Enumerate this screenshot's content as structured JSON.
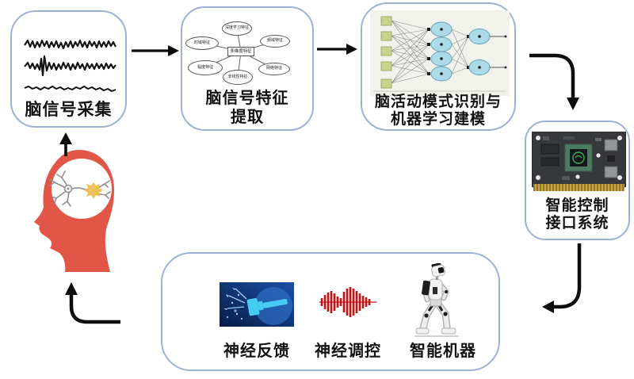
{
  "acquisition": {
    "label": "脑信号采集"
  },
  "feature_extraction": {
    "label_line1": "脑信号特征",
    "label_line2": "提取",
    "mindmap": {
      "center": "多维度特征",
      "top": "深度学习特征",
      "top_left": "时域特征",
      "top_right": "频域特征",
      "bottom_left": "幅度特征",
      "bottom_center": "非线性特征",
      "bottom_right": "网络特征"
    }
  },
  "pattern_recognition": {
    "label_line1": "脑活动模式识别与",
    "label_line2": "机器学习建模"
  },
  "control_interface": {
    "label_line1": "智能控制",
    "label_line2": "接口系统"
  },
  "applications": {
    "items": [
      "神经反馈",
      "神经调控",
      "智能机器"
    ]
  },
  "colors": {
    "box_border": "#9db1d4",
    "arrow_black": "#0d0d0d",
    "head_red": "#e25648",
    "neuron_yellow": "#edbf4e",
    "nn_input_green": "#c9d38e",
    "nn_node_blue": "#abdae9",
    "neuromodulation_red": "#c51313",
    "neurofeedback_blue": "#0b2457",
    "flashlight_cyan": "#44cbf1"
  }
}
